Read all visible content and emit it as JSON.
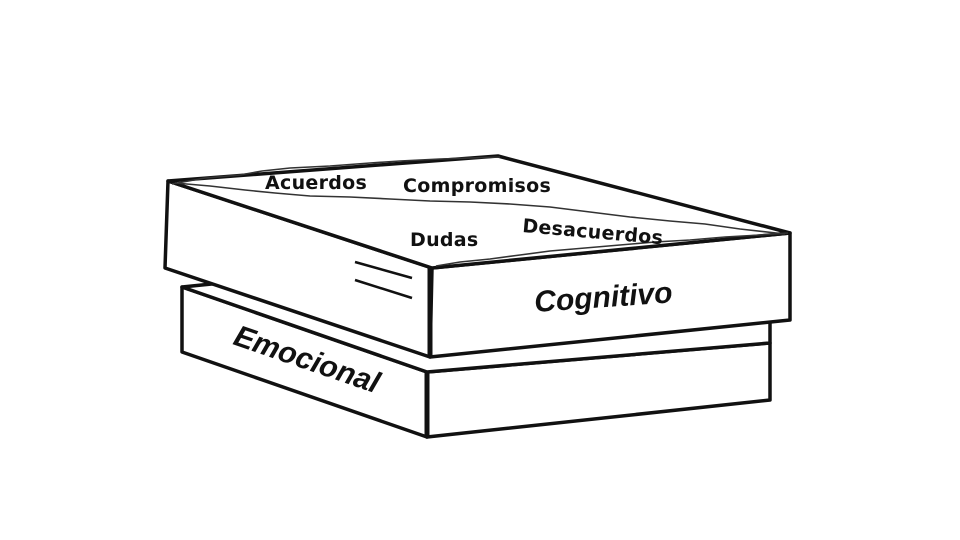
{
  "top_labels": {
    "acuerdos": "Acuerdos",
    "compromisos": "Compromisos",
    "dudas": "Dudas",
    "desacuerdos": "Desacuerdos"
  },
  "layers": {
    "upper": "Cognitivo",
    "lower": "Emocional"
  }
}
